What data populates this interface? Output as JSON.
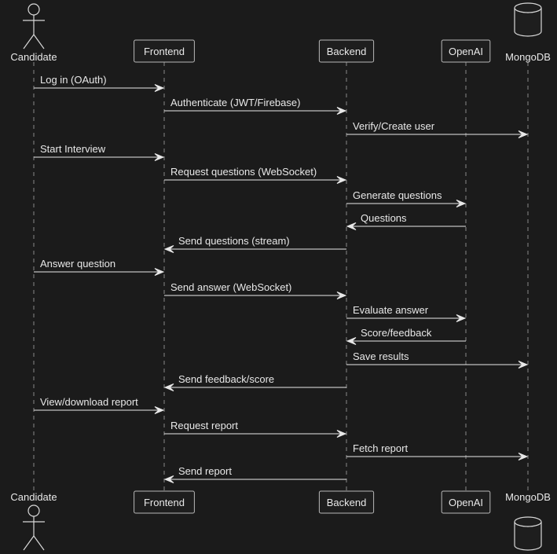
{
  "participants": [
    {
      "id": "candidate",
      "name": "Candidate",
      "kind": "actor"
    },
    {
      "id": "frontend",
      "name": "Frontend",
      "kind": "participant"
    },
    {
      "id": "backend",
      "name": "Backend",
      "kind": "participant"
    },
    {
      "id": "openai",
      "name": "OpenAI",
      "kind": "participant"
    },
    {
      "id": "mongodb",
      "name": "MongoDB",
      "kind": "database"
    }
  ],
  "messages": [
    {
      "from": "candidate",
      "to": "frontend",
      "label": "Log in (OAuth)"
    },
    {
      "from": "frontend",
      "to": "backend",
      "label": "Authenticate (JWT/Firebase)"
    },
    {
      "from": "backend",
      "to": "mongodb",
      "label": "Verify/Create user"
    },
    {
      "from": "candidate",
      "to": "frontend",
      "label": "Start Interview"
    },
    {
      "from": "frontend",
      "to": "backend",
      "label": "Request questions (WebSocket)"
    },
    {
      "from": "backend",
      "to": "openai",
      "label": "Generate questions"
    },
    {
      "from": "openai",
      "to": "backend",
      "label": "Questions"
    },
    {
      "from": "backend",
      "to": "frontend",
      "label": "Send questions (stream)"
    },
    {
      "from": "candidate",
      "to": "frontend",
      "label": "Answer question"
    },
    {
      "from": "frontend",
      "to": "backend",
      "label": "Send answer (WebSocket)"
    },
    {
      "from": "backend",
      "to": "openai",
      "label": "Evaluate answer"
    },
    {
      "from": "openai",
      "to": "backend",
      "label": "Score/feedback"
    },
    {
      "from": "backend",
      "to": "mongodb",
      "label": "Save results"
    },
    {
      "from": "backend",
      "to": "frontend",
      "label": "Send feedback/score"
    },
    {
      "from": "candidate",
      "to": "frontend",
      "label": "View/download report"
    },
    {
      "from": "frontend",
      "to": "backend",
      "label": "Request report"
    },
    {
      "from": "backend",
      "to": "mongodb",
      "label": "Fetch report"
    },
    {
      "from": "backend",
      "to": "frontend",
      "label": "Send report"
    }
  ],
  "colors": {
    "background": "#1b1b1b",
    "text": "#e8e8e8",
    "box_border": "#b8b8b8",
    "lifeline": "#8a8a8a"
  }
}
